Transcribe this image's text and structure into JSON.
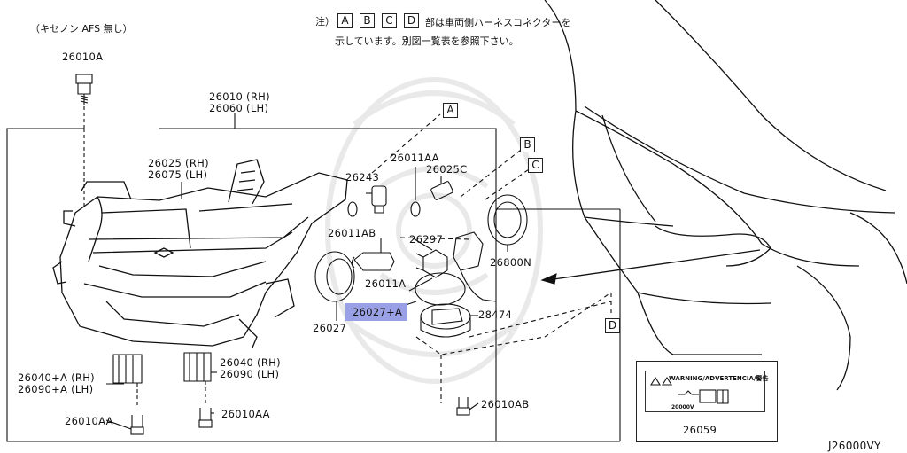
{
  "notes": {
    "top_left": "（キセノン AFS 無し）",
    "note_prefix": "注）",
    "connectors": [
      "A",
      "B",
      "C",
      "D"
    ],
    "note_line1": "部は車両側ハーネスコネクターを",
    "note_line2": "示しています。別図一覧表を参照下さい。"
  },
  "parts": {
    "p26010A": "26010A",
    "p26010": "26010 (RH)\n26060 (LH)",
    "p26025": "26025 (RH)\n26075 (LH)",
    "p26243": "26243",
    "p26011AA": "26011AA",
    "p26025C": "26025C",
    "p26011AB": "26011AB",
    "p26297": "26297",
    "p26800N": "26800N",
    "p26011A": "26011A",
    "p26027A": "26027+A",
    "p28474": "28474",
    "p26027": "26027",
    "p26040A": "26040+A (RH)\n26090+A (LH)",
    "p26040": "26040 (RH)\n26090 (LH)",
    "p26010AA_1": "26010AA",
    "p26010AA_2": "26010AA",
    "p26010AB": "26010AB",
    "p26059": "26059"
  },
  "callouts": [
    "A",
    "B",
    "C",
    "D"
  ],
  "warning_label": {
    "text": "WARNING/ADVERTENCIA/警告",
    "voltage": "20000V"
  },
  "diagram_code": "J26000VY"
}
